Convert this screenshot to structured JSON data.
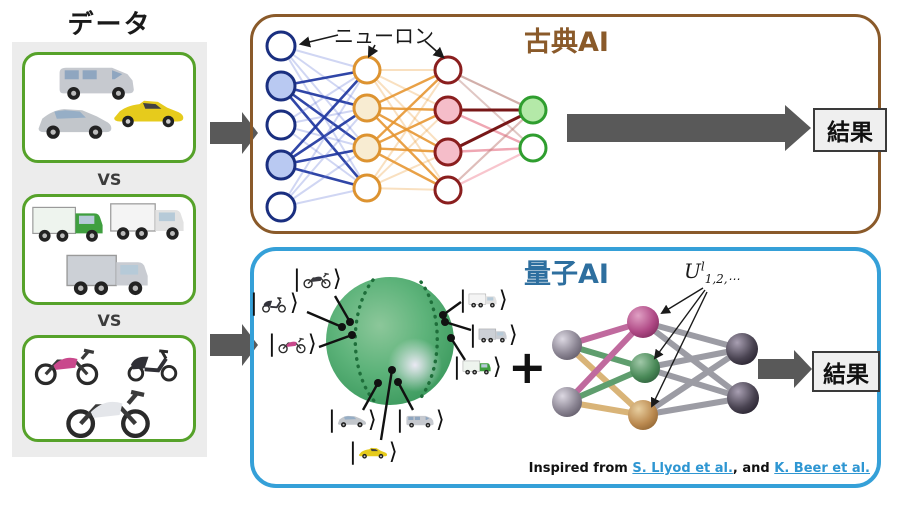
{
  "left_panel": {
    "title": "データ",
    "vs_label": "VS",
    "boxes": [
      {
        "label": "cars",
        "icons": [
          "van-icon",
          "sports-car-icon",
          "car-icon"
        ]
      },
      {
        "label": "trucks",
        "icons": [
          "green-truck-icon",
          "white-truck-icon",
          "gray-truck-icon"
        ]
      },
      {
        "label": "motorcycles",
        "icons": [
          "sportbike-icon",
          "scooter-icon",
          "motorcycle-icon"
        ]
      }
    ]
  },
  "classical": {
    "title": "古典AI",
    "neuron_label": "ニューロン",
    "result_label": "結果",
    "network": {
      "layers": [
        5,
        4,
        4,
        2
      ]
    }
  },
  "quantum": {
    "title": "量子AI",
    "plus": "+",
    "result_label": "結果",
    "ket_open": "|",
    "ket_close": "⟩",
    "kets": [
      {
        "icon": "motorcycle-icon"
      },
      {
        "icon": "scooter-icon"
      },
      {
        "icon": "sportbike-icon"
      },
      {
        "icon": "white-truck-icon"
      },
      {
        "icon": "gray-truck-icon"
      },
      {
        "icon": "green-truck-icon"
      },
      {
        "icon": "car-icon"
      },
      {
        "icon": "van-icon"
      },
      {
        "icon": "sports-car-icon"
      }
    ],
    "u_label": {
      "base": "U",
      "sup": "l",
      "sub": "1,2,⋯"
    },
    "credit": {
      "prefix": "Inspired from ",
      "link1": "S. Llyod et al.",
      "middle": ", and ",
      "link2": "K. Beer et al."
    }
  },
  "colors": {
    "data_box_green": "#56a22a",
    "classical_accent": "#8a5a2a",
    "quantum_border_blue": "#35a0d8",
    "quantum_title_blue": "#2e6f9f",
    "arrow_gray": "#595959",
    "link_blue": "#2e96d2",
    "sphere_green": "#2e8f52"
  }
}
